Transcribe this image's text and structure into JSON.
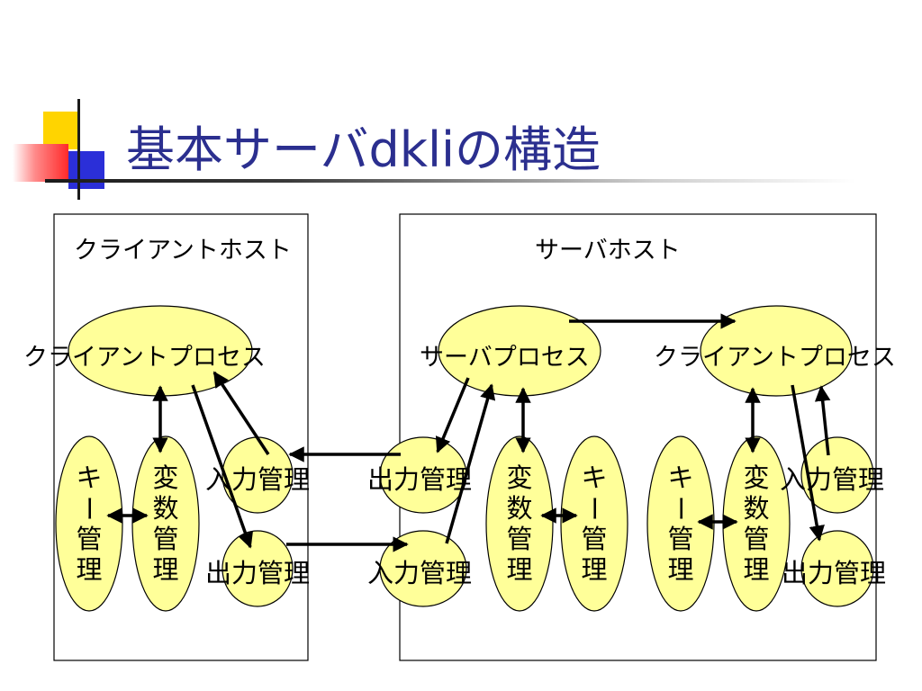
{
  "slide": {
    "title": "基本サーバdkliの構造"
  },
  "client_host": {
    "label": "クライアントホスト",
    "process_label": "クライアントプロセス",
    "input_label": "入力管理",
    "output_label": "出力管理",
    "key_label": "キー管理",
    "var_label": "変数管理"
  },
  "server_host": {
    "label": "サーバホスト",
    "server_process_label": "サーバプロセス",
    "client_process_label": "クライアントプロセス",
    "server_output_label": "出力管理",
    "server_input_label": "入力管理",
    "server_var_label": "変数管理",
    "server_key_label": "キー管理",
    "client_key_label": "キー管理",
    "client_var_label": "変数管理",
    "client_input_label": "入力管理",
    "client_output_label": "出力管理"
  },
  "colors": {
    "title": "#2b2f8f",
    "node_fill": "#ffff99",
    "node_stroke": "#000000",
    "deco_yellow": "#ffd400",
    "deco_red": "#ff3b3b",
    "deco_blue": "#2b2fd8"
  }
}
